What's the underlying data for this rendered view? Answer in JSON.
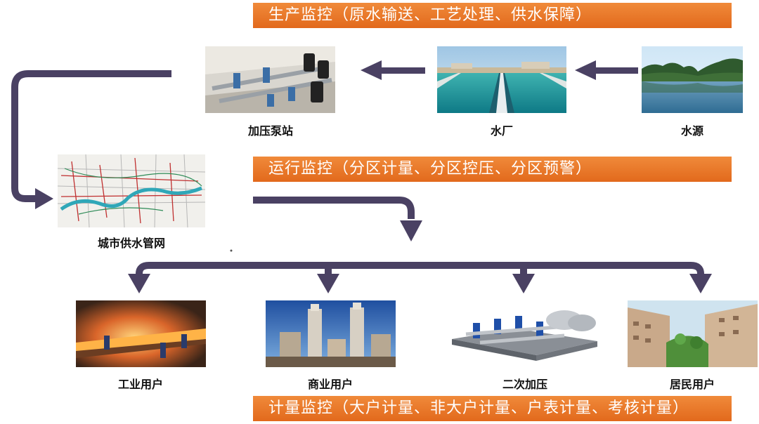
{
  "banners": {
    "production": "生产监控（原水输送、工艺处理、供水保障）",
    "operation": "运行监控（分区计量、分区控压、分区预警）",
    "metering": "计量监控（大户计量、非大户计量、户表计量、考核计量）"
  },
  "nodes": {
    "pump_station": "加压泵站",
    "water_plant": "水厂",
    "water_source": "水源",
    "city_network": "城市供水管网",
    "industrial_users": "工业用户",
    "commercial_users": "商业用户",
    "secondary_pressurization": "二次加压",
    "residential_users": "居民用户"
  },
  "colors": {
    "banner": "#e97a2c",
    "arrow": "#4a4163"
  }
}
